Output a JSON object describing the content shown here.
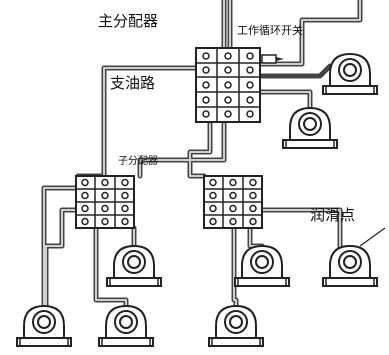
{
  "labels": {
    "main_distributor": "主分配器",
    "branch_oil_line": "支油路",
    "cycle_switch": "工作循环开关",
    "sub_distributor": "子分配器",
    "lube_point": "润滑点"
  },
  "icons": {
    "distributor": "distributor-block-icon",
    "bearing": "pillow-block-bearing-icon",
    "switch": "cycle-switch-icon"
  }
}
